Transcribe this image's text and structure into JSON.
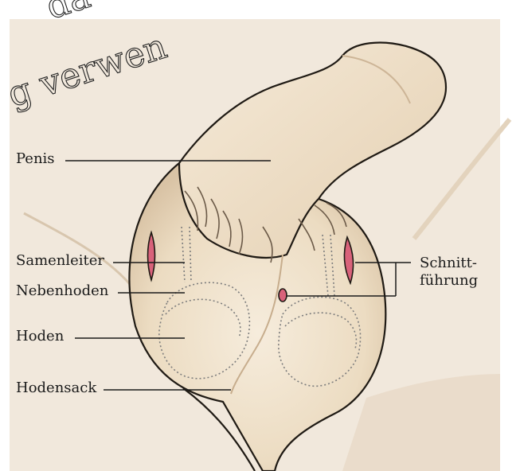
{
  "labels": {
    "penis": "Penis",
    "samenleiter": "Samenleiter",
    "nebenhoden": "Nebenhoden",
    "hoden": "Hoden",
    "hodensack": "Hodensack",
    "schnittfuehrung": "Schnitt-\nführung"
  },
  "watermark": {
    "line1": "da",
    "line2": "g verwen"
  },
  "colors": {
    "skin": "#f3e6d0",
    "skin_shadow": "#d9c3a5",
    "background_wash": "#efe6da",
    "outline": "#1f1a14",
    "incision": "#d9627a"
  }
}
